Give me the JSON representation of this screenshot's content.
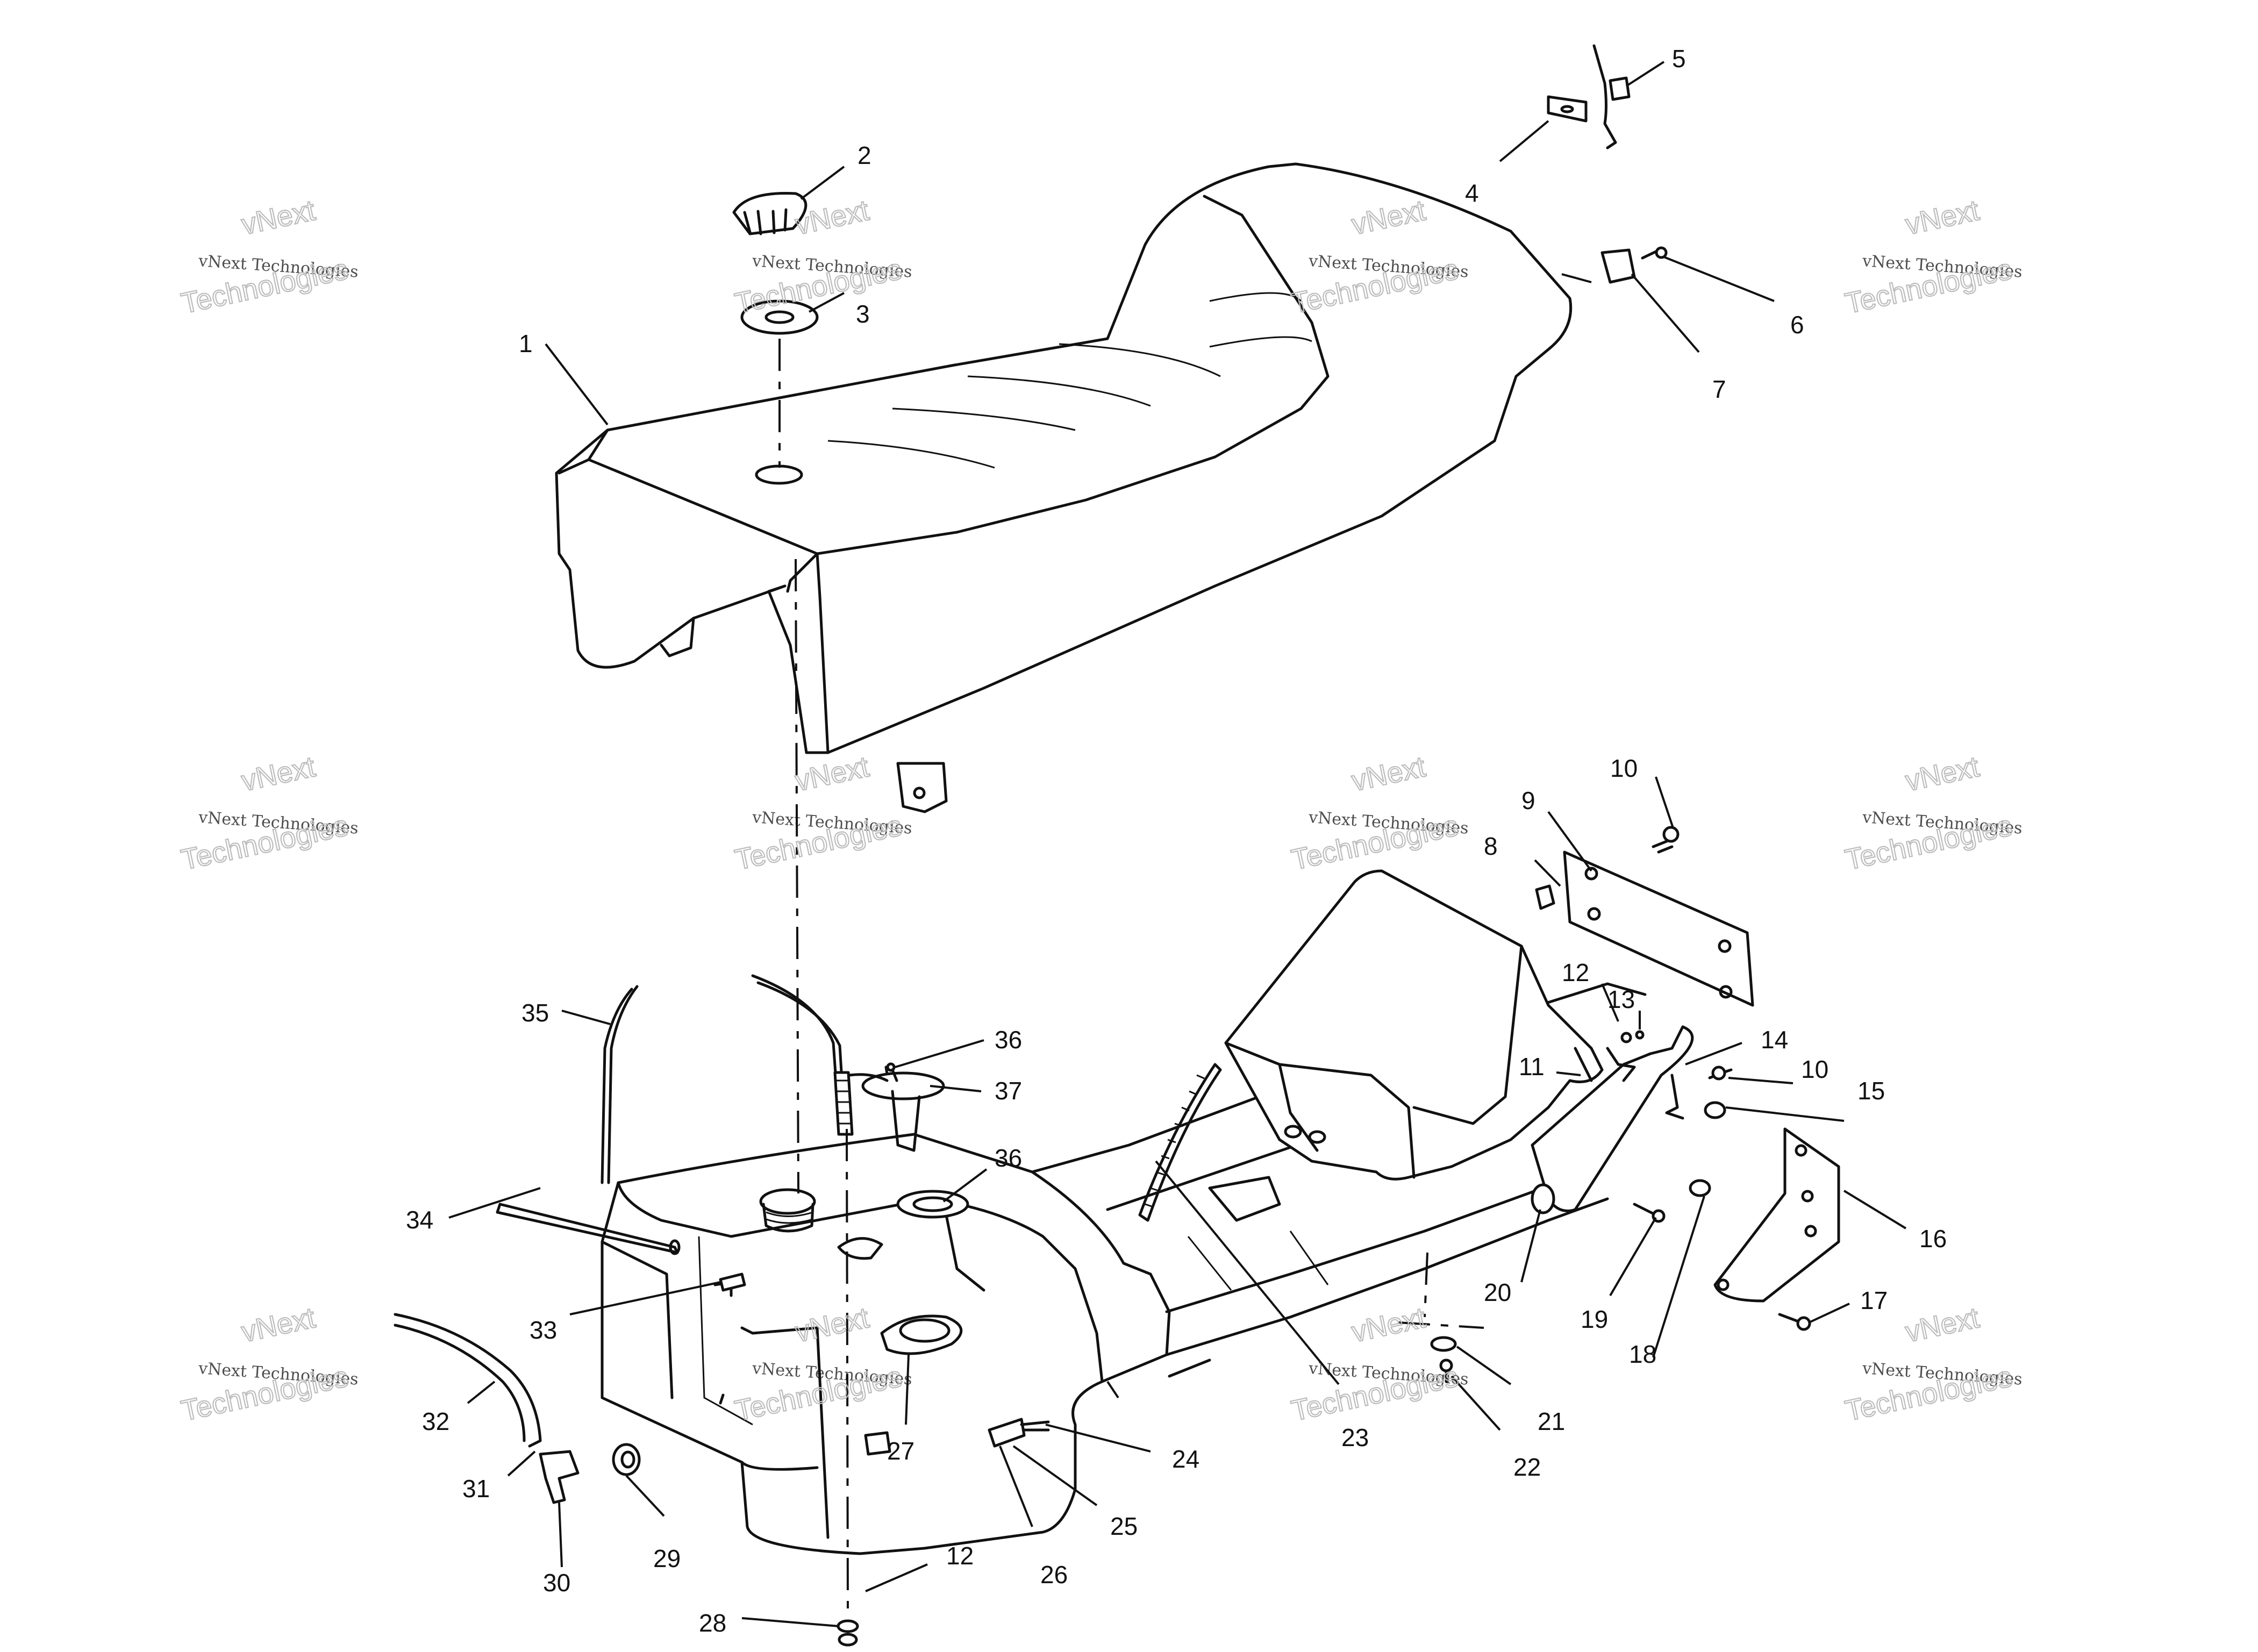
{
  "watermark": {
    "line1": "vNext",
    "line2": "vNext Technologies",
    "line3": "Technologies"
  },
  "callouts": [
    {
      "id": "c1",
      "label": "1"
    },
    {
      "id": "c2",
      "label": "2"
    },
    {
      "id": "c3",
      "label": "3"
    },
    {
      "id": "c4",
      "label": "4"
    },
    {
      "id": "c5",
      "label": "5"
    },
    {
      "id": "c6",
      "label": "6"
    },
    {
      "id": "c7",
      "label": "7"
    },
    {
      "id": "c8",
      "label": "8"
    },
    {
      "id": "c9",
      "label": "9"
    },
    {
      "id": "c10a",
      "label": "10"
    },
    {
      "id": "c10b",
      "label": "10"
    },
    {
      "id": "c11",
      "label": "11"
    },
    {
      "id": "c12a",
      "label": "12"
    },
    {
      "id": "c12b",
      "label": "12"
    },
    {
      "id": "c13",
      "label": "13"
    },
    {
      "id": "c14",
      "label": "14"
    },
    {
      "id": "c15",
      "label": "15"
    },
    {
      "id": "c16",
      "label": "16"
    },
    {
      "id": "c17",
      "label": "17"
    },
    {
      "id": "c18",
      "label": "18"
    },
    {
      "id": "c19",
      "label": "19"
    },
    {
      "id": "c20",
      "label": "20"
    },
    {
      "id": "c21",
      "label": "21"
    },
    {
      "id": "c22",
      "label": "22"
    },
    {
      "id": "c23",
      "label": "23"
    },
    {
      "id": "c24",
      "label": "24"
    },
    {
      "id": "c25",
      "label": "25"
    },
    {
      "id": "c26",
      "label": "26"
    },
    {
      "id": "c27",
      "label": "27"
    },
    {
      "id": "c28",
      "label": "28"
    },
    {
      "id": "c29",
      "label": "29"
    },
    {
      "id": "c30",
      "label": "30"
    },
    {
      "id": "c31",
      "label": "31"
    },
    {
      "id": "c32",
      "label": "32"
    },
    {
      "id": "c33",
      "label": "33"
    },
    {
      "id": "c34",
      "label": "34"
    },
    {
      "id": "c35",
      "label": "35"
    },
    {
      "id": "c36a",
      "label": "36"
    },
    {
      "id": "c36b",
      "label": "36"
    },
    {
      "id": "c37",
      "label": "37"
    }
  ]
}
